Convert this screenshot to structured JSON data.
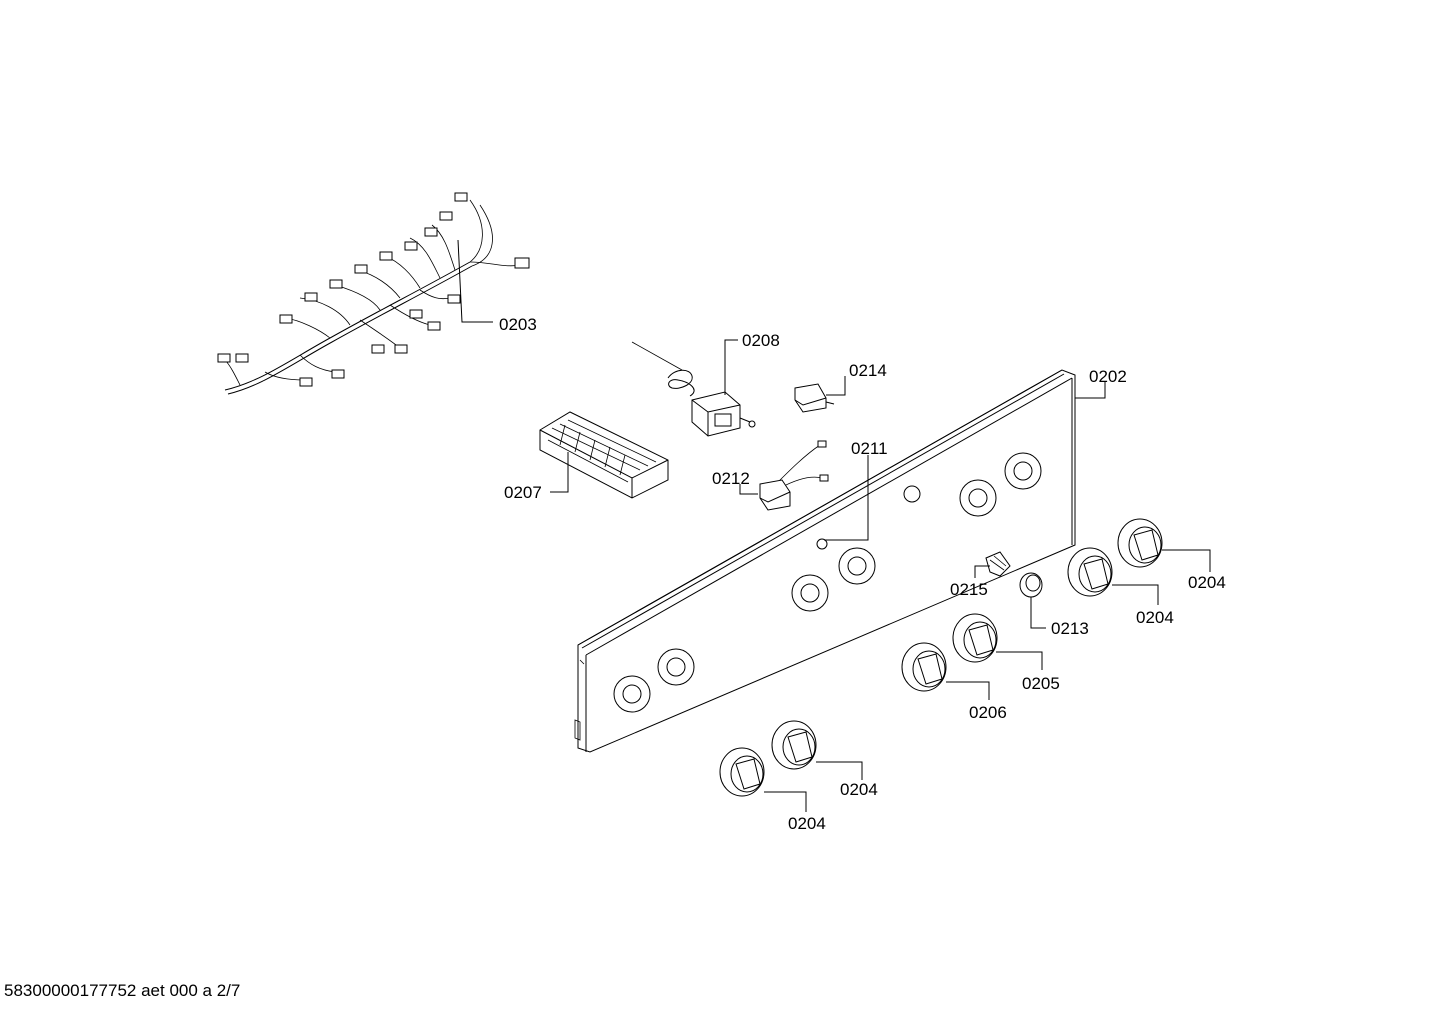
{
  "document_id": "58300000177752 aet 000 a 2/7",
  "callouts": {
    "c0203": "0203",
    "c0208": "0208",
    "c0214": "0214",
    "c0202": "0202",
    "c0211": "0211",
    "c0212": "0212",
    "c0207": "0207",
    "c0215": "0215",
    "c0213": "0213",
    "c0204a": "0204",
    "c0204b": "0204",
    "c0205": "0205",
    "c0206": "0206",
    "c0204c": "0204",
    "c0204d": "0204"
  }
}
